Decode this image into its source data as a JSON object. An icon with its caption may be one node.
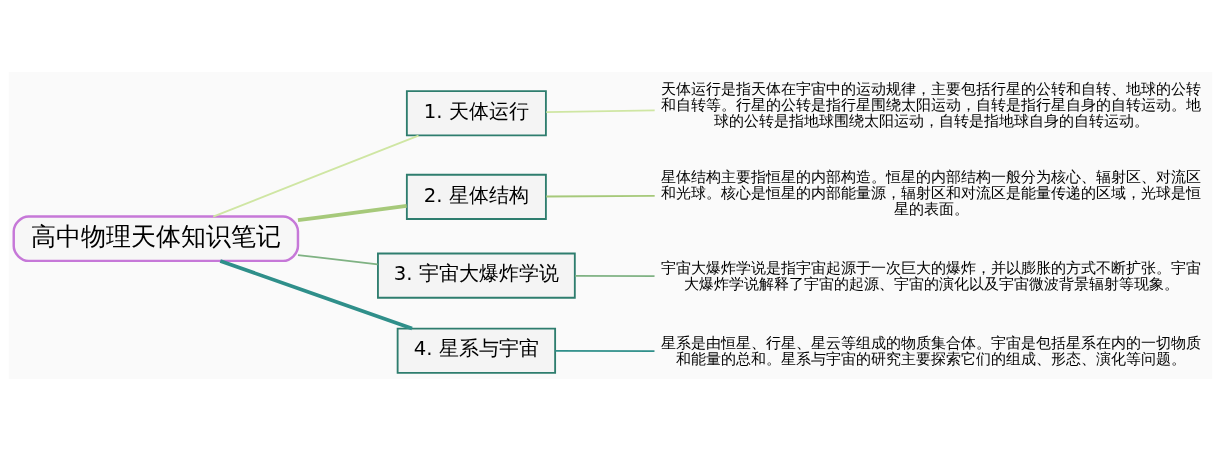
{
  "diagram": {
    "nodes": [
      {
        "text": [
          "高中物理天体知识笔记"
        ]
      },
      {
        "text": [
          "1. 天体运行"
        ]
      },
      {
        "text": [
          "2. 星体结构"
        ]
      },
      {
        "text": [
          "3. 宇宙大爆炸学说"
        ]
      },
      {
        "text": [
          "4. 星系与宇宙"
        ]
      },
      {
        "text": [
          "天体运行是指天体在宇宙中的运动规律，主要包括行星的公转和自转、地球的公转和自转等。行星的公转是指行星围绕太阳运动，自转是指行星自身的自转运动。地球的公转是指地球围绕太阳运动，自转是指地球自身的自转运动。"
        ]
      },
      {
        "text": [
          "星体结构主要指恒星的内部构造。恒星的内部结构一般分为核心、辐射区、对流区和光球。核心是恒星的内部能量源，辐射区和对流区是能量传递的区域，光球是恒星的表面。"
        ]
      },
      {
        "text": [
          "宇宙大爆炸学说是指宇宙起源于一次巨大的爆炸，并以膨胀的方式不断扩张。宇宙大爆炸学说解释了宇宙的起源、宇宙的演化以及宇宙微波背景辐射等现象。"
        ]
      },
      {
        "text": [
          "星系是由恒星、行星、星云等组成的物质集合体。宇宙是包括星系在内的一切物质和能量的总和。星系与宇宙的研究主要探索它们的组成、形态、演化等问题。"
        ]
      }
    ],
    "edges": [
      {
        "from": 0,
        "to": 1,
        "arrow": "none",
        "color": "#cfe6a3"
      },
      {
        "from": 0,
        "to": 2,
        "arrow": "none",
        "style": "thick",
        "color": "#a6c97a"
      },
      {
        "from": 0,
        "to": 3,
        "arrow": "none",
        "color": "#7fb283"
      },
      {
        "from": 0,
        "to": 4,
        "arrow": "none",
        "style": "thick",
        "color": "#2f8f8a"
      },
      {
        "from": 1,
        "to": 5,
        "arrow": "none",
        "color": "#cfe6a3"
      },
      {
        "from": 2,
        "to": 6,
        "arrow": "none",
        "color": "#a6c97a"
      },
      {
        "from": 3,
        "to": 7,
        "arrow": "none",
        "color": "#7fb283"
      },
      {
        "from": 4,
        "to": 8,
        "arrow": "none",
        "color": "#2f8f8a"
      }
    ]
  }
}
